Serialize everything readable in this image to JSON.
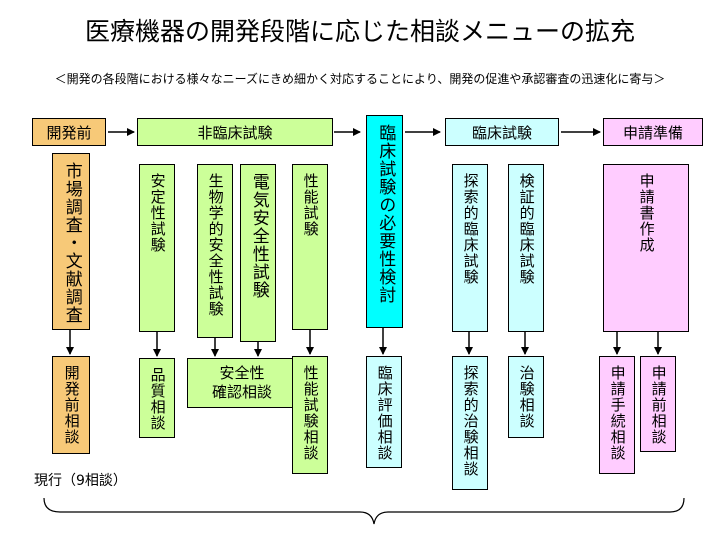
{
  "title": "医療機器の開発段階に応じた相談メニューの拡充",
  "subtitle": "＜開発の各段階における様々なニーズにきめ細かく対応することにより、開発の促進や承認審査の迅速化に寄与＞",
  "phases": {
    "development": "開発前",
    "nonclinical": "非臨床試験",
    "clinical_need": "臨床試験の必要性検討",
    "clinical": "臨床試験",
    "application": "申請準備"
  },
  "tests": {
    "market_survey": "市場調査・文献調査",
    "stability": "安定性試験",
    "bio_safety": "生物学的安全性試験",
    "electrical_safety": "電気安全性試験",
    "performance": "性能試験",
    "exploratory": "探索的臨床試験",
    "confirmatory": "検証的臨床試験",
    "application_docs": "申請書作成"
  },
  "consultations": {
    "pre_development": "開発前相談",
    "quality": "品質相談",
    "safety_line1": "安全性",
    "safety_line2": "確認相談",
    "performance": "性能試験相談",
    "clinical_eval": "臨床評価相談",
    "exploratory_trial": "探索的治験相談",
    "trial": "治験相談",
    "application_proc": "申請手続相談",
    "pre_application": "申請前相談"
  },
  "current_label": "現行（9相談）",
  "colors": {
    "orange": "#f7c978",
    "green": "#ccff99",
    "cyan": "#00ffff",
    "light_cyan": "#ccffff",
    "pink": "#ffccff"
  }
}
